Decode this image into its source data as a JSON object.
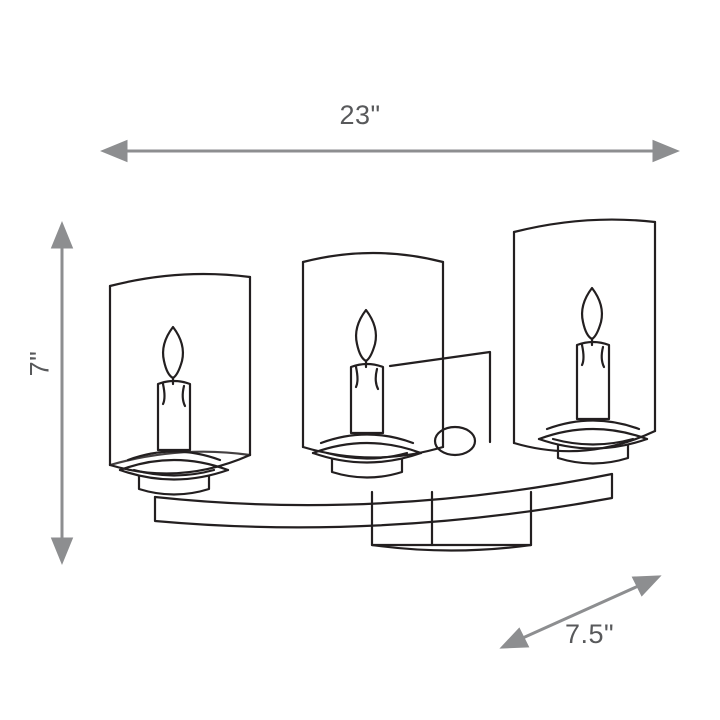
{
  "diagram": {
    "subject": "three-light bathroom vanity wall sconce with cylindrical glass shades and candle lamps",
    "line_color": "#231f20",
    "dimension_color": "#8d8e90",
    "label_color": "#58595b",
    "background": "#ffffff",
    "dimensions": {
      "width": "23\"",
      "height": "7\"",
      "depth": "7.5\""
    },
    "arrows": {
      "width_arrow_name": "horizontal-dimension-arrow",
      "height_arrow_name": "vertical-dimension-arrow",
      "depth_arrow_name": "diagonal-depth-arrow"
    }
  }
}
